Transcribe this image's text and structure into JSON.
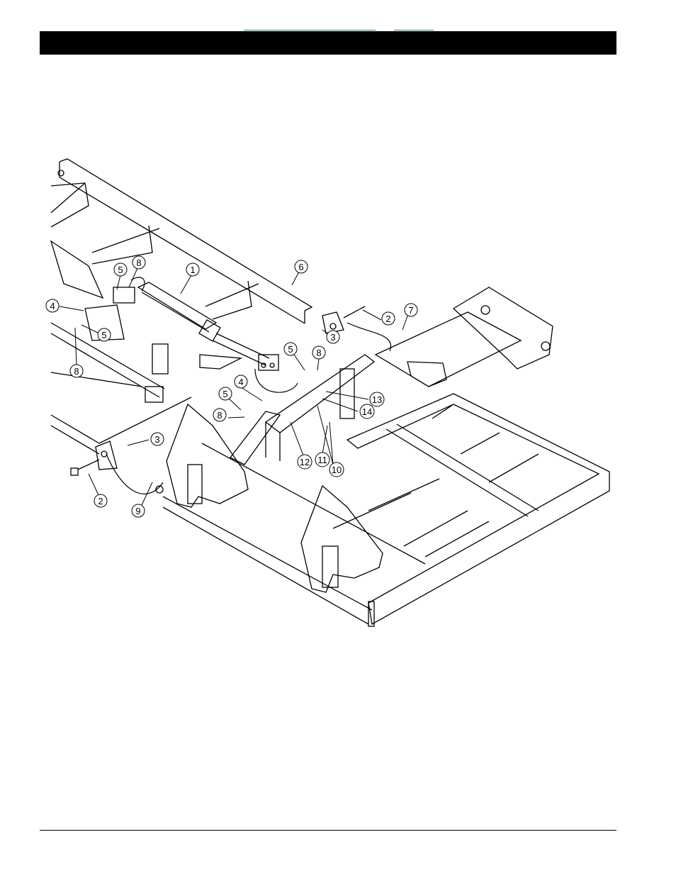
{
  "header": {
    "nav_links": [
      "",
      ""
    ],
    "title": ""
  },
  "diagram": {
    "callouts": [
      {
        "id": "c1",
        "label": "1"
      },
      {
        "id": "c2a",
        "label": "2"
      },
      {
        "id": "c2b",
        "label": "2"
      },
      {
        "id": "c3a",
        "label": "3"
      },
      {
        "id": "c3b",
        "label": "3"
      },
      {
        "id": "c4a",
        "label": "4"
      },
      {
        "id": "c4b",
        "label": "4"
      },
      {
        "id": "c5a",
        "label": "5"
      },
      {
        "id": "c5b",
        "label": "5"
      },
      {
        "id": "c5c",
        "label": "5"
      },
      {
        "id": "c5d",
        "label": "5"
      },
      {
        "id": "c6",
        "label": "6"
      },
      {
        "id": "c7",
        "label": "7"
      },
      {
        "id": "c8a",
        "label": "8"
      },
      {
        "id": "c8b",
        "label": "8"
      },
      {
        "id": "c8c",
        "label": "8"
      },
      {
        "id": "c8d",
        "label": "8"
      },
      {
        "id": "c9",
        "label": "9"
      },
      {
        "id": "c10",
        "label": "10"
      },
      {
        "id": "c11",
        "label": "11"
      },
      {
        "id": "c12",
        "label": "12"
      },
      {
        "id": "c13",
        "label": "13"
      },
      {
        "id": "c14",
        "label": "14"
      }
    ]
  }
}
